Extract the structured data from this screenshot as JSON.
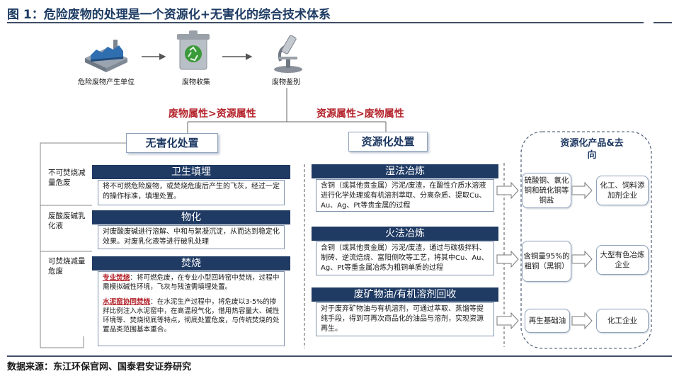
{
  "figure": {
    "title": "图 1：危险废物的处理是一个资源化+无害化的综合技术体系",
    "source": "数据来源：东江环保官网、国泰君安证券研究"
  },
  "top_icons": [
    {
      "label": "危险废物产生单位",
      "icon": "factory-icon"
    },
    {
      "label": "废物收集",
      "icon": "recycle-bin-icon"
    },
    {
      "label": "废物鉴别",
      "icon": "microscope-icon"
    }
  ],
  "branches": {
    "left_attr": "废物属性>资源属性",
    "right_attr": "资源属性>废物属性"
  },
  "harmless": {
    "title": "无害化处置",
    "items": [
      {
        "side_label": "不可焚烧减量危废",
        "title": "卫生填埋",
        "text": "将不可燃危险废物，或焚烧危废后产生的飞灰，经过一定的操作标准，填埋处置。"
      },
      {
        "side_label": "废酸废碱乳化液",
        "title": "物化",
        "text": "对废酸废碱进行溶解、中和与絮凝沉淀，从而达到稳定化效果。对废乳化液等进行破乳处理"
      },
      {
        "side_label": "可焚烧减量危废",
        "title": "焚烧",
        "p1_head": "专业焚烧",
        "p1_text": "：将可燃危废，在专业小型回转窑中焚烧，过程中需模拟碱性环境，飞灰与残渣需填埋处置。",
        "p2_head": "水泥窑协同焚烧",
        "p2_text": "：在水泥生产过程中，将危废以3-5%的掺拌比例注入水泥窑中，在高温段气化，借用热容量大、碱性环境等、焚烧彻底等特点，彻底处置危废，与传统焚烧的处置品类范围基本重合。"
      }
    ]
  },
  "resource": {
    "title": "资源化处置",
    "items": [
      {
        "title": "湿法冶炼",
        "text": "含铜（或其他贵金属）污泥/废渣，在酸性介质水溶液进行化学处理或有机溶剂萃取、分离杂质、提取Cu、Au、Ag、Pt等贵金属的过程"
      },
      {
        "title": "火法冶炼",
        "text": "含铜（或其他贵金属）污泥/废渣，通过与碳极拌料、制砖、逆流焙烧、富阳侧吹等工艺，将其中Cu、Au、Ag、Pt等重金属冶炼为粗铜单质的过程"
      },
      {
        "title": "废矿物油/有机溶剂回收",
        "text": "对于废弃矿物油与有机溶剂，可通过萃取、蒸馏等提纯手段，得到可再次商品化的油品与溶剂，实现资源再生。"
      }
    ]
  },
  "products": {
    "title": "资源化产品&去向",
    "rows": [
      {
        "product": "硫酸铜、氯化铜和硫化铜等铜盐",
        "destination": "化工、饲料添加剂企业"
      },
      {
        "product": "含铜量95%的粗铜（黑铜）",
        "destination": "大型有色冶炼企业"
      },
      {
        "product": "再生基础油",
        "destination": "化工企业"
      }
    ]
  }
}
